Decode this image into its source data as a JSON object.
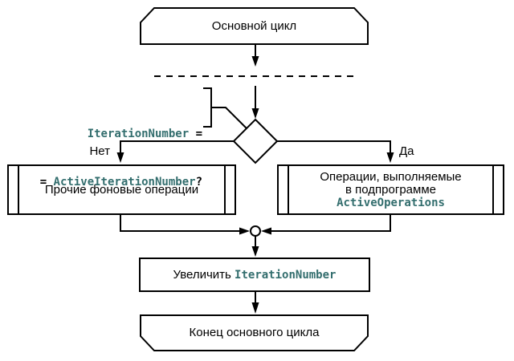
{
  "colors": {
    "code_accent": "#336e6e",
    "line": "#000000",
    "background": "#ffffff"
  },
  "flowchart": {
    "loop_start": {
      "label": "Основной цикл"
    },
    "entry_note": {
      "line1_code": "IterationNumber",
      "line1_suffix": " =",
      "line2_prefix": "= ",
      "line2_code": "ActiveIterationNumber",
      "line2_suffix": "?"
    },
    "decision": {
      "no_label": "Нет",
      "yes_label": "Да"
    },
    "no_branch_box": {
      "label": "Прочие фоновые операции"
    },
    "yes_branch_box": {
      "line1": "Операции, выполняемые",
      "line2": "в подпрограмме",
      "code": "ActiveOperations"
    },
    "increment_box": {
      "prefix": "Увеличить ",
      "code": "IterationNumber"
    },
    "loop_end": {
      "label": "Конец основного цикла"
    }
  }
}
